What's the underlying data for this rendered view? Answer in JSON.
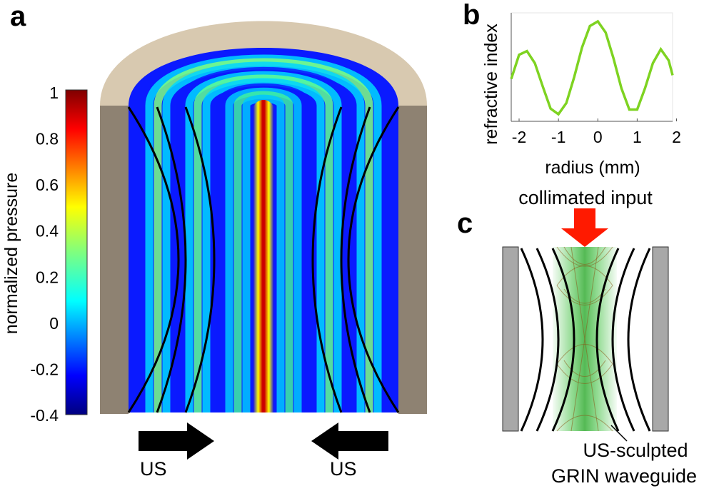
{
  "panels": {
    "a": {
      "letter": "a",
      "colorbar": {
        "label": "normalized pressure",
        "ticks": [
          "1",
          "0.8",
          "0.6",
          "0.4",
          "0.2",
          "0",
          "-0.2",
          "-0.4"
        ],
        "range": [
          -0.4,
          1
        ]
      },
      "arrows": [
        {
          "label": "US",
          "direction": "right"
        },
        {
          "label": "US",
          "direction": "left"
        }
      ],
      "colors": {
        "cap": "#d8c9b0",
        "walls": "#8e8272"
      }
    },
    "b": {
      "letter": "b",
      "xlabel": "radius (mm)",
      "ylabel": "refractive index",
      "xticks": [
        "-2",
        "-1",
        "0",
        "1",
        "2"
      ],
      "line_color": "#7ed321"
    },
    "c": {
      "letter": "c",
      "input_label": "collimated input",
      "waveguide_label_line1": "US-sculpted",
      "waveguide_label_line2": "GRIN waveguide",
      "colors": {
        "arrow": "#ff1a00",
        "plates": "#a8a8a8",
        "beam": "#3cbf3c"
      }
    }
  },
  "chart_data": {
    "type": "line",
    "title": "",
    "xlabel": "radius (mm)",
    "ylabel": "refractive index",
    "xlim": [
      -2.2,
      1.9
    ],
    "x": [
      -2.2,
      -2.0,
      -1.8,
      -1.6,
      -1.4,
      -1.2,
      -1.0,
      -0.8,
      -0.6,
      -0.4,
      -0.2,
      0.0,
      0.2,
      0.4,
      0.6,
      0.8,
      1.0,
      1.2,
      1.4,
      1.6,
      1.8,
      1.9
    ],
    "y": [
      0.38,
      0.64,
      0.68,
      0.55,
      0.3,
      0.06,
      0.0,
      0.12,
      0.4,
      0.72,
      0.95,
      1.0,
      0.88,
      0.6,
      0.28,
      0.05,
      0.05,
      0.28,
      0.55,
      0.7,
      0.58,
      0.42
    ],
    "grid": false
  }
}
